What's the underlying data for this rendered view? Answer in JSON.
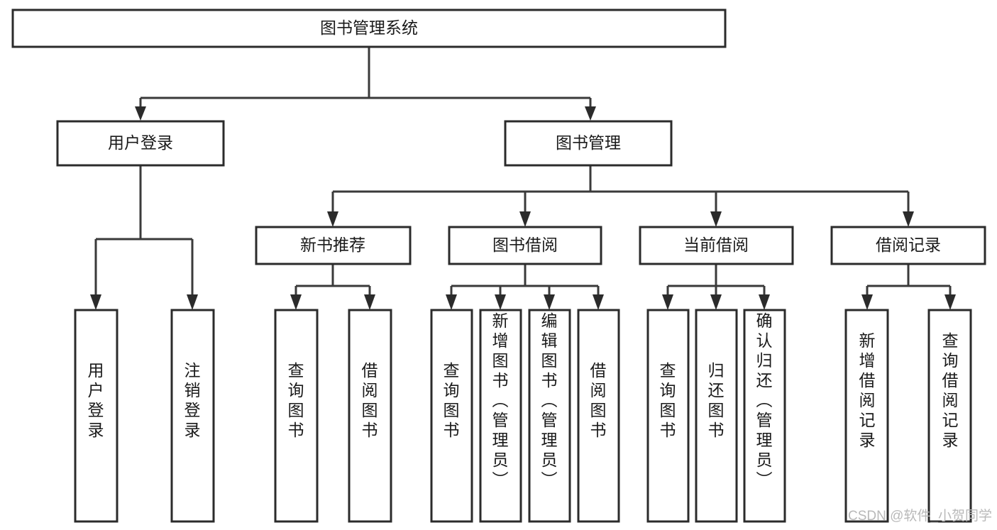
{
  "diagram": {
    "title": "图书管理系统",
    "type": "tree-hierarchy",
    "root": {
      "id": "root",
      "label": "图书管理系统",
      "orientation": "horizontal"
    },
    "level1": [
      {
        "id": "user-login",
        "label": "用户登录",
        "orientation": "horizontal"
      },
      {
        "id": "book-management",
        "label": "图书管理",
        "orientation": "horizontal"
      }
    ],
    "level2": [
      {
        "id": "new-book-recommend",
        "label": "新书推荐",
        "parent": "book-management",
        "orientation": "horizontal"
      },
      {
        "id": "book-borrow",
        "label": "图书借阅",
        "parent": "book-management",
        "orientation": "horizontal"
      },
      {
        "id": "current-borrow",
        "label": "当前借阅",
        "parent": "book-management",
        "orientation": "horizontal"
      },
      {
        "id": "borrow-record",
        "label": "借阅记录",
        "parent": "book-management",
        "orientation": "horizontal"
      }
    ],
    "leaves": [
      {
        "id": "leaf-user-login",
        "label": "用户登录",
        "parent": "user-login",
        "orientation": "vertical"
      },
      {
        "id": "leaf-user-logout",
        "label": "注销登录",
        "parent": "user-login",
        "orientation": "vertical"
      },
      {
        "id": "leaf-query-book-1",
        "label": "查询图书",
        "parent": "new-book-recommend",
        "orientation": "vertical"
      },
      {
        "id": "leaf-borrow-book-1",
        "label": "借阅图书",
        "parent": "new-book-recommend",
        "orientation": "vertical"
      },
      {
        "id": "leaf-query-book-2",
        "label": "查询图书",
        "parent": "book-borrow",
        "orientation": "vertical"
      },
      {
        "id": "leaf-add-book",
        "label": "新增图书（管理员）",
        "parent": "book-borrow",
        "orientation": "vertical"
      },
      {
        "id": "leaf-edit-book",
        "label": "编辑图书（管理员）",
        "parent": "book-borrow",
        "orientation": "vertical"
      },
      {
        "id": "leaf-borrow-book-2",
        "label": "借阅图书",
        "parent": "book-borrow",
        "orientation": "vertical"
      },
      {
        "id": "leaf-query-book-3",
        "label": "查询图书",
        "parent": "current-borrow",
        "orientation": "vertical"
      },
      {
        "id": "leaf-return-book",
        "label": "归还图书",
        "parent": "current-borrow",
        "orientation": "vertical"
      },
      {
        "id": "leaf-confirm-return",
        "label": "确认归还（管理员）",
        "parent": "current-borrow",
        "orientation": "vertical"
      },
      {
        "id": "leaf-add-record",
        "label": "新增借阅记录",
        "parent": "borrow-record",
        "orientation": "vertical"
      },
      {
        "id": "leaf-query-record",
        "label": "查询借阅记录",
        "parent": "borrow-record",
        "orientation": "vertical"
      }
    ]
  },
  "watermark": {
    "text": "CSDN @软件_小贺同学"
  },
  "colors": {
    "box_stroke": "#2b2b2b",
    "edge_stroke": "#3a3a3a",
    "box_fill": "#ffffff",
    "text": "#1a1a1a",
    "watermark": "#b9b9b9",
    "background": "#ffffff"
  }
}
